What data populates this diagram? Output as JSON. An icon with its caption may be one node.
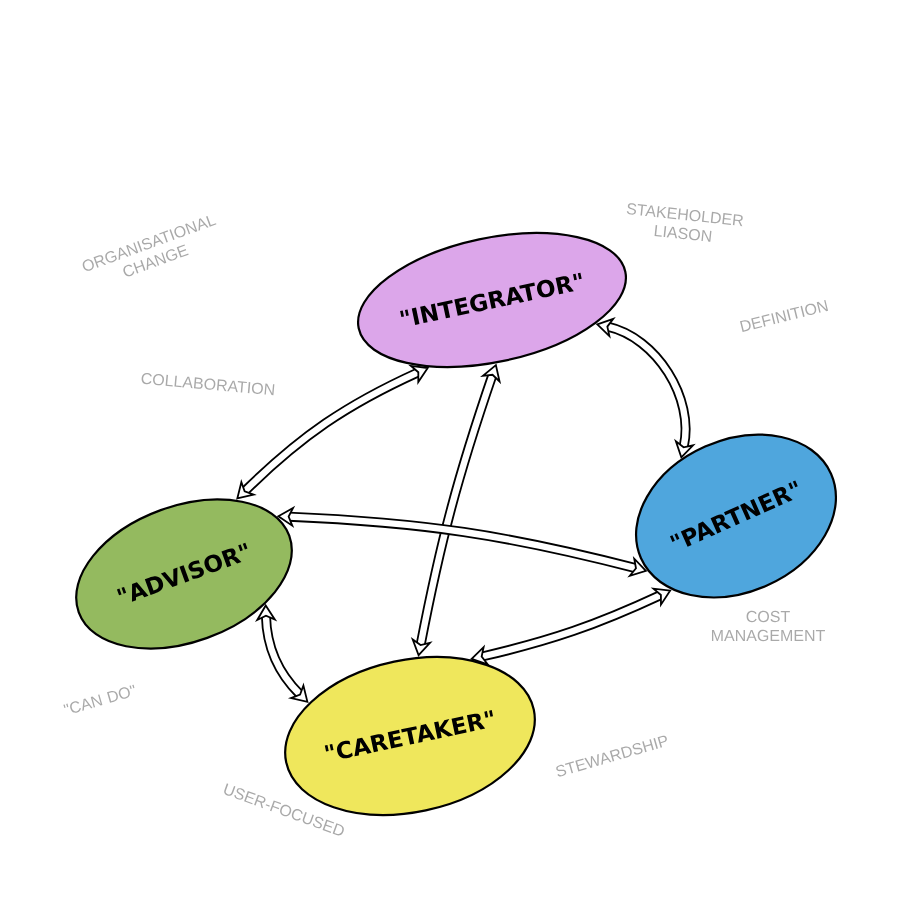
{
  "diagram": {
    "nodes": [
      {
        "text": [
          "\"INTEGRATOR\""
        ]
      },
      {
        "text": [
          "\"PARTNER\""
        ]
      },
      {
        "text": [
          "\"ADVISOR\""
        ]
      },
      {
        "text": [
          "\"CARETAKER\""
        ]
      }
    ],
    "edges": [
      {
        "from": 0,
        "to": 2,
        "arrow": "both"
      },
      {
        "from": 0,
        "to": 1,
        "arrow": "both"
      },
      {
        "from": 0,
        "to": 3,
        "arrow": "both"
      },
      {
        "from": 2,
        "to": 1,
        "arrow": "both"
      },
      {
        "from": 2,
        "to": 3,
        "arrow": "both"
      },
      {
        "from": 1,
        "to": 3,
        "arrow": "both"
      }
    ],
    "labels": [
      "ORGANISATIONAL CHANGE",
      "STAKEHOLDER LIASON",
      "DEFINITION",
      "COLLABORATION",
      "COST MANAGEMENT",
      "\"CAN DO\"",
      "STEWARDSHIP",
      "USER-FOCUSED"
    ]
  }
}
